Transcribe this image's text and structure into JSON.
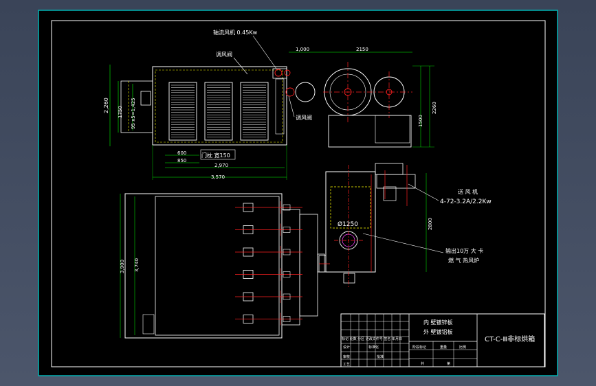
{
  "labels": {
    "axial_fan": "轴流风机 0.45Kw",
    "damper_top": "调风阀",
    "damper_mid": "调风阀",
    "dim_1000": "1,000",
    "dim_2150": "2150",
    "dim_2260": "2,260",
    "dim_1750": "1750",
    "dim_95x5": "95 x5=1,425",
    "dim_2260_right": "2260",
    "dim_1500": "1500",
    "dim_600": "600",
    "dim_850": "850",
    "door_width": "门枕 宽150",
    "dim_2970": "2,970",
    "dim_3570": "3,570",
    "dim_3900": "3,900",
    "dim_3740": "3,740",
    "fan_label": "送 风 机",
    "fan_model": "4-72-3.2A/2.2Kw",
    "dia_1250": "Ø1250",
    "dim_2800": "2800",
    "burner_line1": "输出10万 大 卡",
    "burner_line2": "燃 气 热风炉"
  },
  "title_block": {
    "material_inner": "内 壁镀锌板",
    "material_outer": "外 壁镀铝板",
    "drawing_name": "CT-C-Ⅲ非标烘箱",
    "row_text": "标记 处数 分区 更改文件号 签名 年月日",
    "design": "设计",
    "review": "审核",
    "process": "工艺",
    "standardize": "标准化",
    "approve": "批准",
    "stage_mark": "阶段标记",
    "weight": "重量",
    "scale": "比例",
    "sheet": "共",
    "sheet2": "第"
  },
  "colors": {
    "background": "#000000",
    "frame": "#ffffff",
    "border_accent": "#00c8c8",
    "drawing_primary": "#ffffff",
    "dimension": "#00ff00",
    "accent_red": "#ff2020",
    "accent_yellow": "#ffff00",
    "accent_cyan": "#00ffff",
    "accent_magenta": "#ff40ff"
  }
}
